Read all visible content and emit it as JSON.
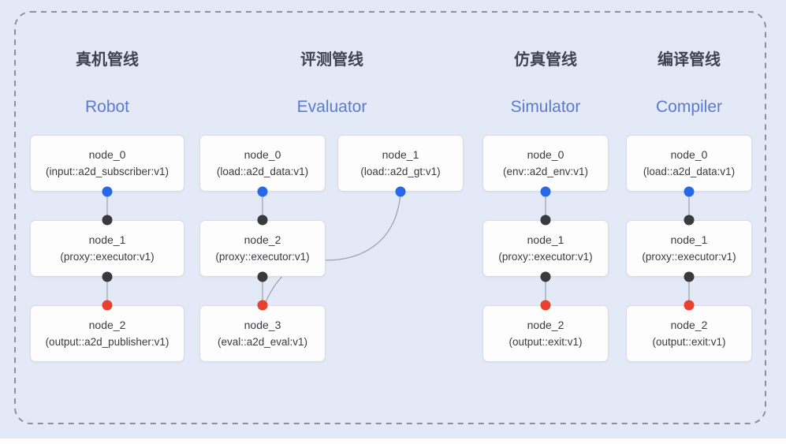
{
  "colors": {
    "background": "#e4e9f7",
    "dashed_border": "#8b919c",
    "box_background": "#fdfdfe",
    "box_border": "#d8dce4",
    "node_text": "#3b3b3f",
    "pipeline_title_zh": "#3e4450",
    "pipeline_title_en": "#5b7bd0",
    "dot_input_blue": "#2669e8",
    "dot_proxy_black": "#3a3a3c",
    "dot_output_red": "#e9412e",
    "edge_line": "#9aa0aa"
  },
  "pipelines": [
    {
      "zh": "真机管线",
      "en": "Robot",
      "nodes": [
        {
          "name": "node_0",
          "type": "(input::a2d_subscriber:v1)"
        },
        {
          "name": "node_1",
          "type": "(proxy::executor:v1)"
        },
        {
          "name": "node_2",
          "type": "(output::a2d_publisher:v1)"
        }
      ]
    },
    {
      "zh": "评测管线",
      "en": "Evaluator",
      "nodes": [
        {
          "name": "node_0",
          "type": "(load::a2d_data:v1)"
        },
        {
          "name": "node_1",
          "type": "(load::a2d_gt:v1)"
        },
        {
          "name": "node_2",
          "type": "(proxy::executor:v1)"
        },
        {
          "name": "node_3",
          "type": "(eval::a2d_eval:v1)"
        }
      ]
    },
    {
      "zh": "仿真管线",
      "en": "Simulator",
      "nodes": [
        {
          "name": "node_0",
          "type": "(env::a2d_env:v1)"
        },
        {
          "name": "node_1",
          "type": "(proxy::executor:v1)"
        },
        {
          "name": "node_2",
          "type": "(output::exit:v1)"
        }
      ]
    },
    {
      "zh": "编译管线",
      "en": "Compiler",
      "nodes": [
        {
          "name": "node_0",
          "type": "(load::a2d_data:v1)"
        },
        {
          "name": "node_1",
          "type": "(proxy::executor:v1)"
        },
        {
          "name": "node_2",
          "type": "(output::exit:v1)"
        }
      ]
    }
  ]
}
